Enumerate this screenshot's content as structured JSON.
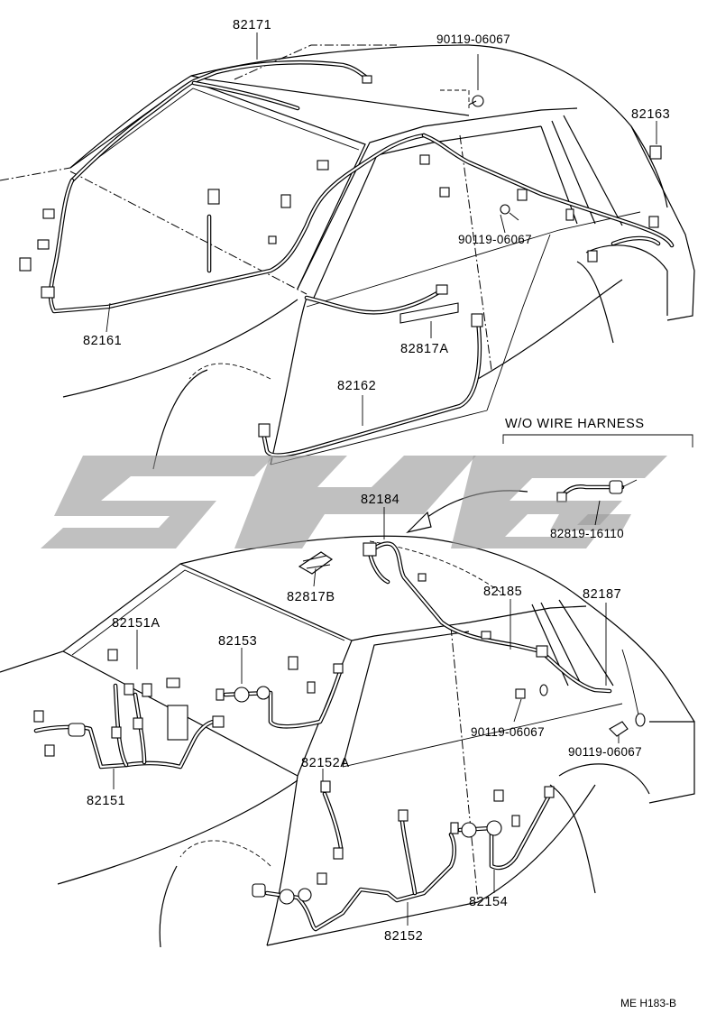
{
  "parts": {
    "p82171": "82171",
    "p90119_top": "90119-06067",
    "p82163": "82163",
    "p90119_mid": "90119-06067",
    "p82161": "82161",
    "p82817A": "82817A",
    "p82162": "82162",
    "p82184": "82184",
    "p82819": "82819-16110",
    "p82817B": "82817B",
    "p82151A": "82151A",
    "p82153": "82153",
    "p82185": "82185",
    "p82187": "82187",
    "p90119_low1": "90119-06067",
    "p90119_low2": "90119-06067",
    "p82152A": "82152A",
    "p82151": "82151",
    "p82154": "82154",
    "p82152": "82152"
  },
  "inset_title": "W/O WIRE HARNESS",
  "reference_code": "ME H183-B"
}
